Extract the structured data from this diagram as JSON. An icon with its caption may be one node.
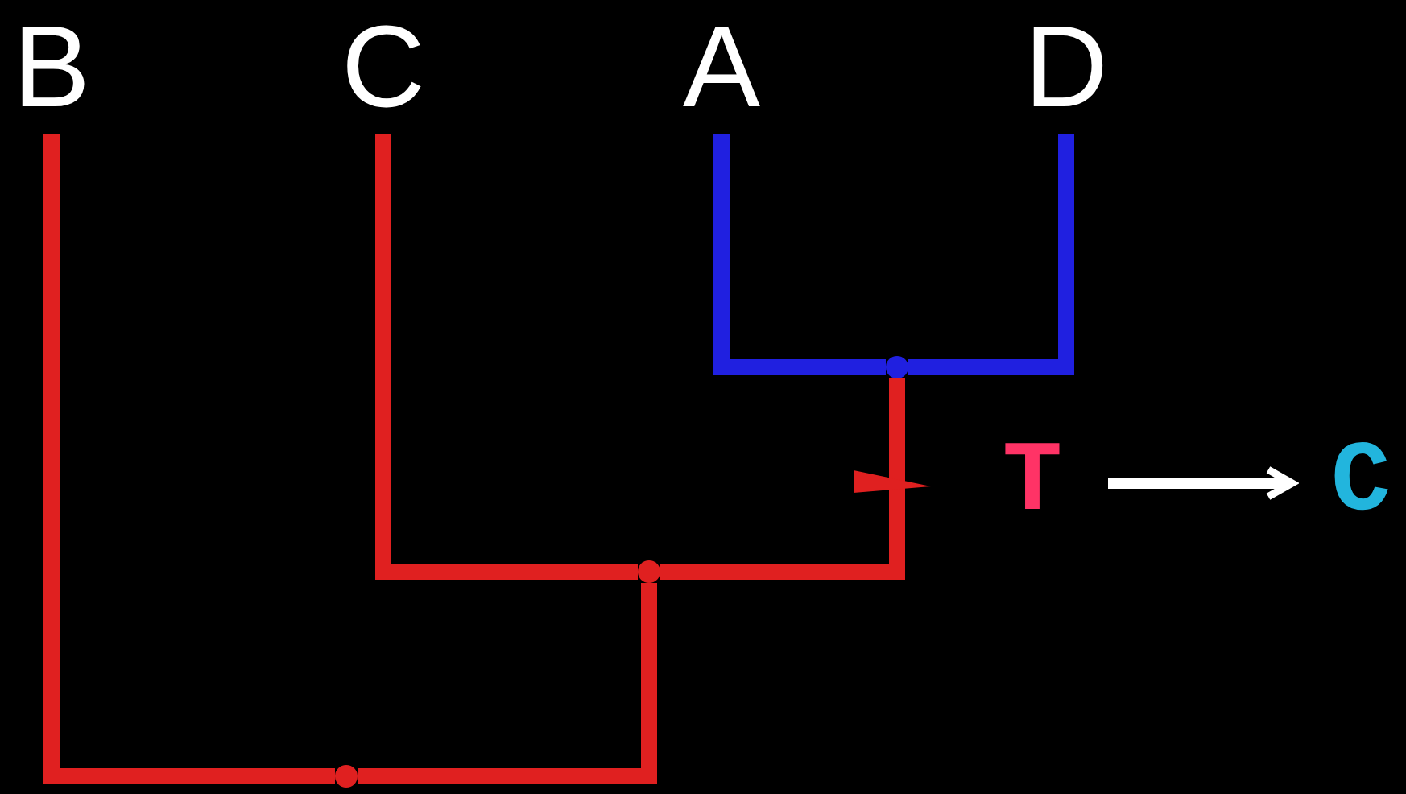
{
  "diagram": {
    "nodes": [
      {
        "text": [
          "B"
        ]
      },
      {
        "text": [
          "C"
        ]
      },
      {
        "text": [
          "A"
        ]
      },
      {
        "text": [
          "D"
        ]
      },
      {
        "text": [],
        "shape": "point"
      },
      {
        "text": [],
        "shape": "point"
      },
      {
        "text": [],
        "shape": "point"
      },
      {
        "text": [
          "T"
        ]
      },
      {
        "text": [
          "C"
        ]
      }
    ],
    "edges": [
      {
        "from": 4,
        "to": 2,
        "arrow": "none",
        "color": "#2020e0"
      },
      {
        "from": 4,
        "to": 3,
        "arrow": "none",
        "color": "#2020e0"
      },
      {
        "from": 5,
        "to": 1,
        "arrow": "none"
      },
      {
        "from": 5,
        "to": 4,
        "arrow": "none"
      },
      {
        "from": 6,
        "to": 0,
        "arrow": "none"
      },
      {
        "from": 6,
        "to": 5,
        "arrow": "none"
      },
      {
        "from": 7,
        "to": 8,
        "arrow": "to",
        "color": "#ffffff"
      }
    ]
  }
}
